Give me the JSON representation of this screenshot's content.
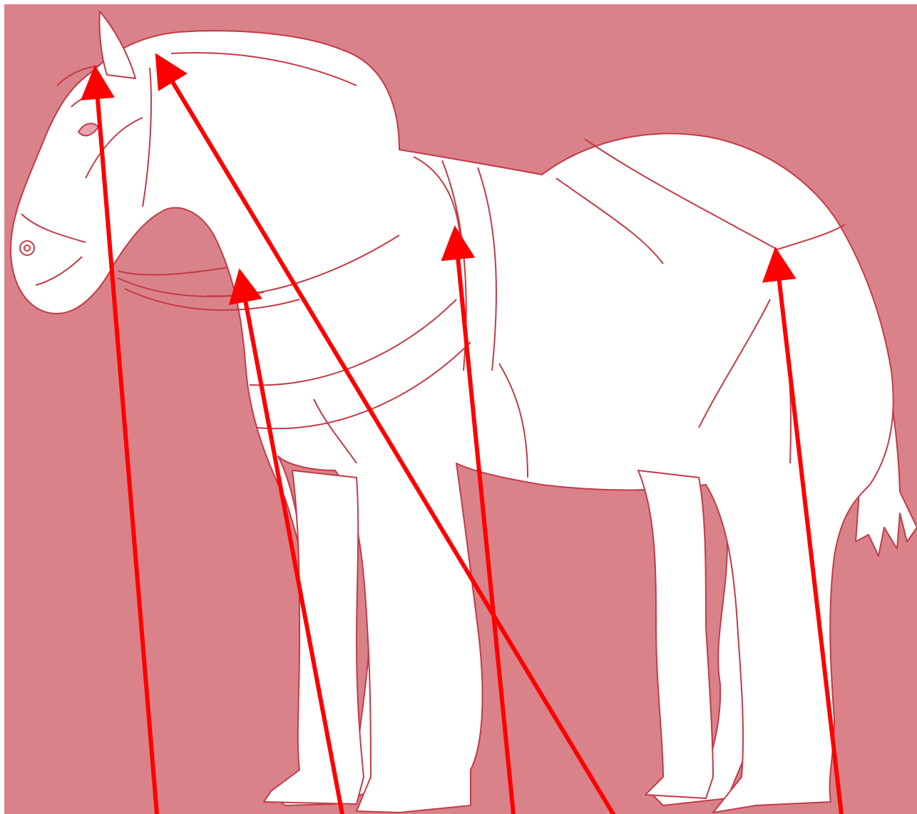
{
  "diagram": {
    "subject": "horse",
    "colors": {
      "background": "#d9828a",
      "horse_fill": "#ffffff",
      "outline": "#c33b47",
      "arrow": "#ff0000"
    },
    "arrows": [
      {
        "target": "forelock"
      },
      {
        "target": "poll"
      },
      {
        "target": "chest"
      },
      {
        "target": "shoulder"
      },
      {
        "target": "hip"
      }
    ]
  }
}
